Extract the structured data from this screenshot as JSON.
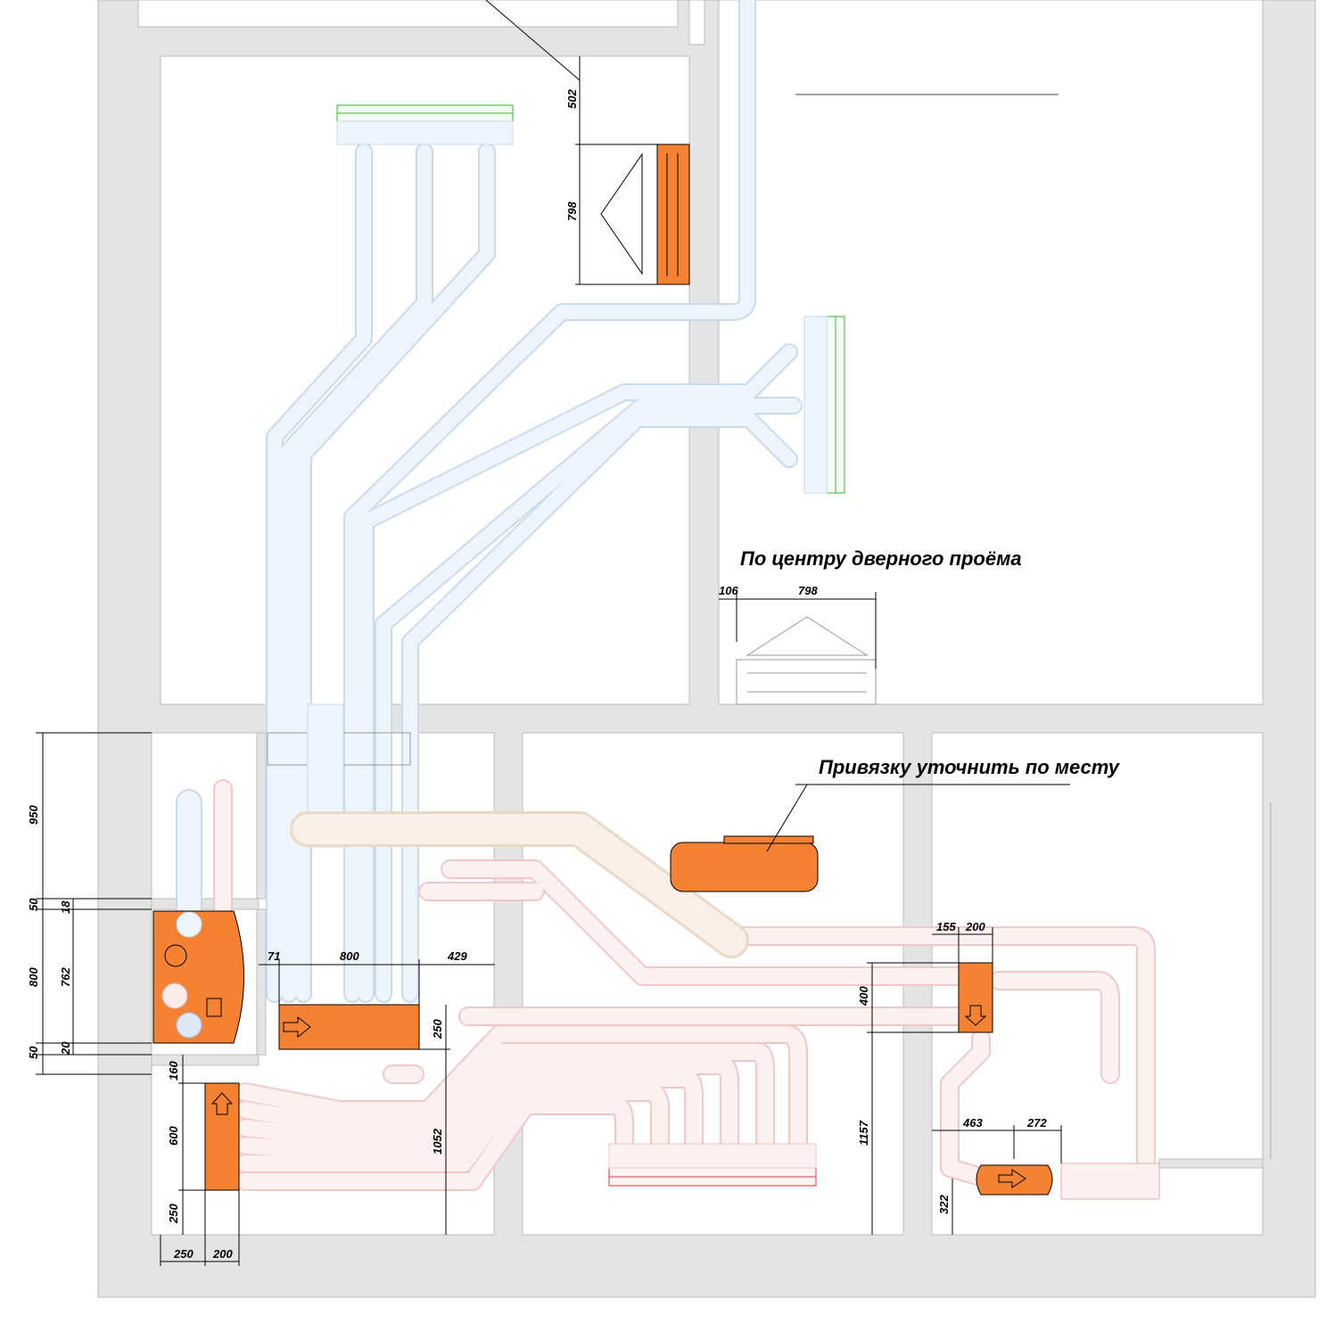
{
  "notes": {
    "door_center": "По центру дверного проёма",
    "adjust_on_site": "Привязку уточнить по месту"
  },
  "dimensions": {
    "d502": "502",
    "d798_left": "798",
    "d106": "106",
    "d798_top": "798",
    "d950": "950",
    "d50_top": "50",
    "d18": "18",
    "d800_v": "800",
    "d762": "762",
    "d50_bottom": "50",
    "d20": "20",
    "d71": "71",
    "d800_h": "800",
    "d429": "429",
    "d250_right": "250",
    "d160": "160",
    "d600": "600",
    "d250_v": "250",
    "d1052": "1052",
    "d250_h": "250",
    "d200_h": "200",
    "d155": "155",
    "d200_top": "200",
    "d400": "400",
    "d1157": "1157",
    "d463": "463",
    "d272": "272",
    "d322": "322"
  },
  "colors": {
    "wall": "#e4e4e4",
    "equipment": "#f58232",
    "supply_duct": "#e8f1fa",
    "supply_stroke": "#c5d8ea",
    "exhaust_duct": "#fcebeb",
    "exhaust_stroke": "#efc6c6",
    "grille_green": "#2eb82e",
    "grille_red": "#e0303a"
  }
}
